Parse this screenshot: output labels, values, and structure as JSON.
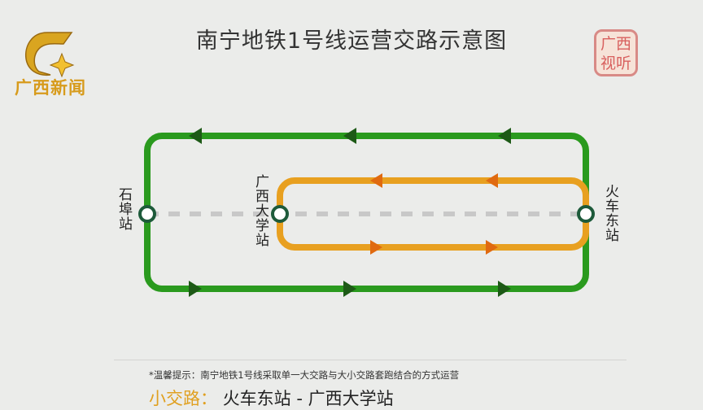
{
  "title": "南宁地铁1号线运营交路示意图",
  "logo": {
    "text": "广西新闻"
  },
  "seal": {
    "line1": "广西",
    "line2": "视听"
  },
  "stations": {
    "left": "石埠站",
    "middle": "广西大学站",
    "right": "火车东站"
  },
  "colors": {
    "big_route": "#2a9a1e",
    "small_route": "#e8a020",
    "station_fill": "#ffffff",
    "track": "#c8c8c8"
  },
  "note": "*温馨提示：南宁地铁1号线采取单一大交路与大小交路套跑结合的方式运营",
  "bottom": {
    "key": "小交路：",
    "value": "火车东站 - 广西大学站"
  }
}
